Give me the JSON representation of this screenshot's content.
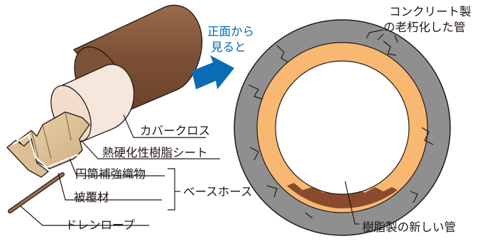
{
  "view_note": {
    "line1": "正面から",
    "line2": "見ると"
  },
  "colors": {
    "arrow": "#0b6cb5",
    "cover_cloth": "#8a5a3c",
    "thermoset_sheet": "#f6e7dc",
    "woven_fabric": "#e2c79e",
    "old_pipe": "#8f8f8f",
    "new_pipe": "#f8b872",
    "sediment": "#8a4a2e"
  },
  "labels": {
    "cover_cloth": "カバークロス",
    "thermoset_sheet": "熱硬化性樹脂シート",
    "woven_fabric": "円筒補強織物",
    "coating": "被覆材",
    "base_hose": "ベースホース",
    "drain_rope": "ドレンロープ",
    "old_pipe_line1": "コンクリート製",
    "old_pipe_line2": "の老朽化した管",
    "new_pipe": "樹脂製の新しい管"
  }
}
